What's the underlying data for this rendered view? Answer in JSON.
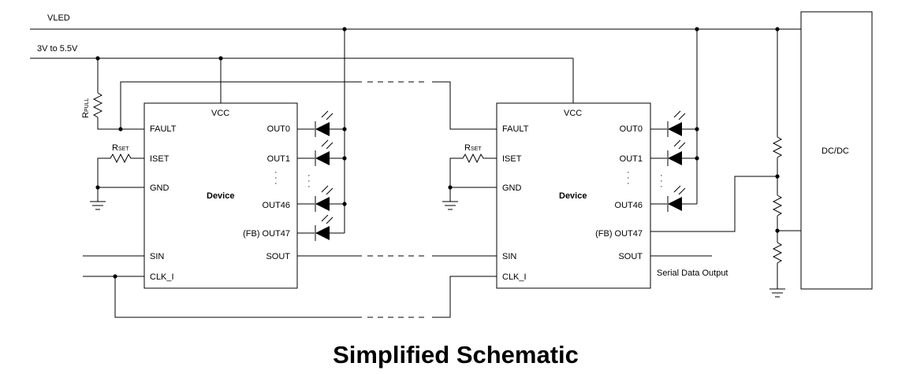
{
  "rails": {
    "vled": "VLED",
    "vcc_range": "3V to 5.5V"
  },
  "pullup": {
    "r": "R",
    "sub": "PULL"
  },
  "iset_res": {
    "r": "R",
    "sub": "SET"
  },
  "device": {
    "vcc": "VCC",
    "name": "Device",
    "fault": "FAULT",
    "iset": "ISET",
    "gnd": "GND",
    "sin": "SIN",
    "clk": "CLK_I",
    "out0": "OUT0",
    "out1": "OUT1",
    "out46": "OUT46",
    "out47": "(FB) OUT47",
    "sout": "SOUT"
  },
  "dcdc": "DC/DC",
  "serial_output": "Serial Data Output",
  "title": "Simplified Schematic"
}
